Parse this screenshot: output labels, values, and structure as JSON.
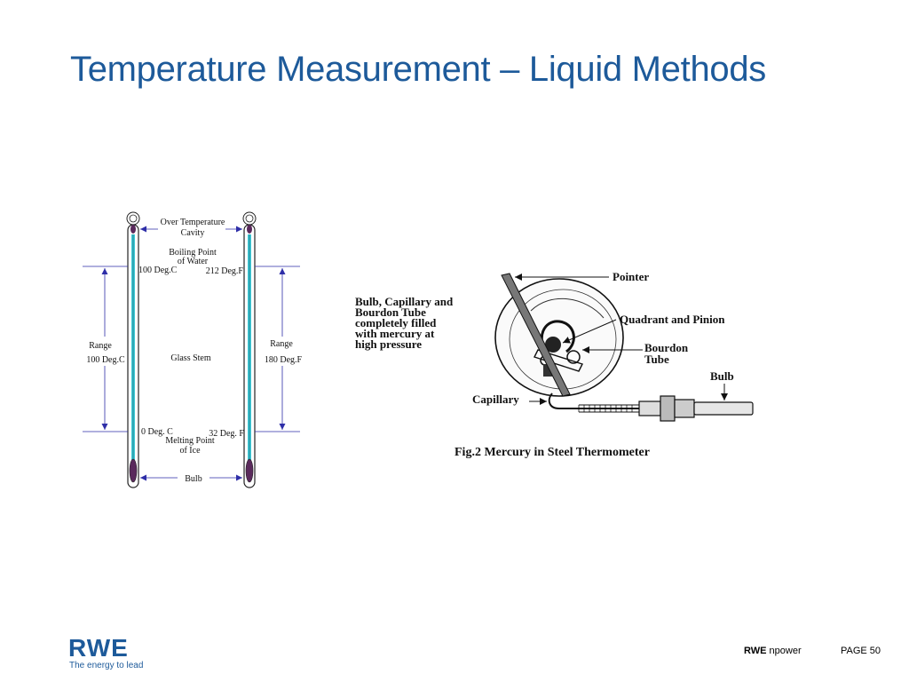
{
  "slide": {
    "title": "Temperature Measurement – Liquid Methods",
    "page_label": "PAGE 50"
  },
  "footer": {
    "logo_text": "RWE",
    "logo_tagline": "The energy to lead",
    "brand_bold": "RWE",
    "brand_rest": " npower"
  },
  "thermometer_diagram": {
    "over_temp_1": "Over Temperature",
    "over_temp_2": "Cavity",
    "boiling_1": "Boiling Point",
    "boiling_2": "of Water",
    "c_top": "100 Deg.C",
    "f_top": "212 Deg.F",
    "range_left": "Range",
    "range_left_value": "100 Deg.C",
    "glass_stem": "Glass Stem",
    "range_right": "Range",
    "range_right_value": "180 Deg.F",
    "c_bottom": "0 Deg. C",
    "f_bottom": "32 Deg. F",
    "melting_1": "Melting Point",
    "melting_2": "of Ice",
    "bulb": "Bulb",
    "colors": {
      "arrow": "#2e2ea8",
      "liquid": "#3fcad6",
      "bulb": "#5a2a5c",
      "glass": "#222222"
    }
  },
  "steel_diagram": {
    "desc_1": "Bulb, Capillary and",
    "desc_2": "Bourdon Tube",
    "desc_3": "completely filled",
    "desc_4": "with mercury at",
    "desc_5": "high pressure",
    "pointer": "Pointer",
    "quadrant": "Quadrant and Pinion",
    "bourdon_1": "Bourdon",
    "bourdon_2": "Tube",
    "bulb": "Bulb",
    "capillary": "Capillary",
    "caption": "Fig.2 Mercury in Steel Thermometer"
  }
}
